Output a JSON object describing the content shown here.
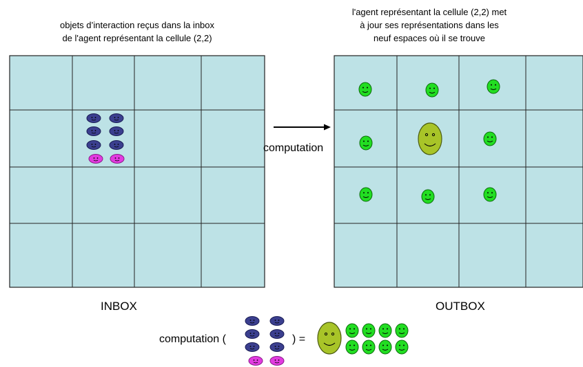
{
  "inbox": {
    "caption_lines": [
      "objets d’interaction reçus dans la inbox",
      "de l'agent représentant la cellule (2,2)"
    ],
    "label": "INBOX"
  },
  "outbox": {
    "caption_lines": [
      "l'agent représentant la cellule (2,2) met",
      "à jour ses représentations dans les",
      "neuf espaces où il se trouve"
    ],
    "label": "OUTBOX"
  },
  "arrow": {
    "label": "computation"
  },
  "formula": {
    "prefix": "computation (",
    "suffix": ") ="
  },
  "colors": {
    "cell_fill": "#bde2e6",
    "grid_line": "#222222",
    "blue_object": "#3b3f8f",
    "magenta_object": "#e23be0",
    "green_smiley": "#22dd22",
    "olive_smiley": "#a8c428"
  }
}
